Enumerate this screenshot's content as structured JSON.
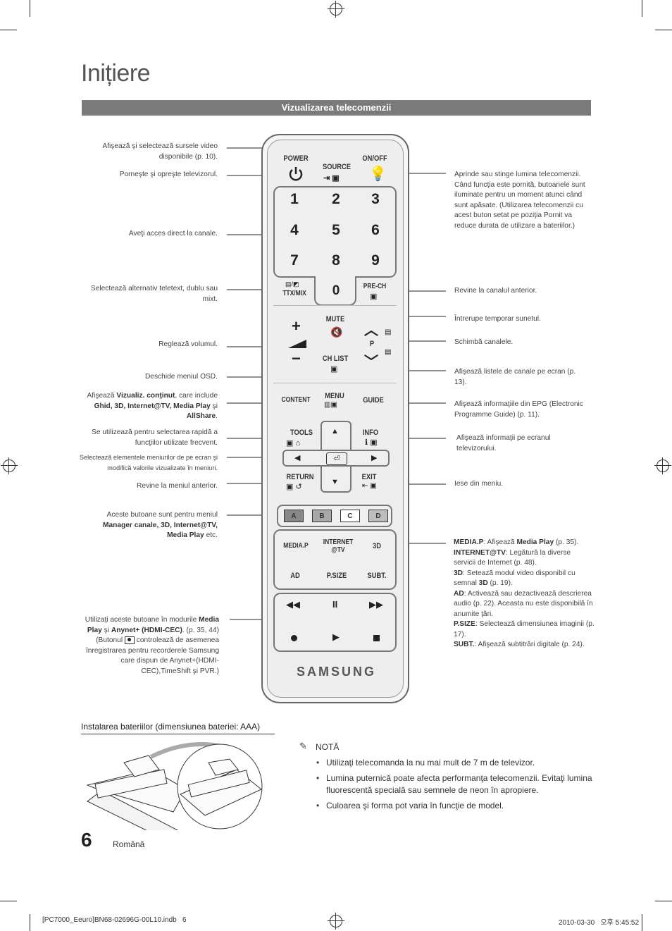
{
  "page": {
    "title": "Inițiere",
    "section": "Vizualizarea telecomenzii",
    "page_number": "6",
    "language": "Română"
  },
  "footer": {
    "file": "[PC7000_Eeuro]BN68-02696G-00L10.indb   6",
    "date": "2010-03-30   오후 5:45:52"
  },
  "left_labels": [
    "Afişează şi selectează sursele video disponibile (p. 10).",
    "Porneşte şi opreşte televizorul.",
    "Aveţi acces direct la canale.",
    "Selectează alternativ teletext, dublu sau mixt.",
    "Reglează volumul.",
    "Deschide meniul OSD.",
    "Se utilizează pentru selectarea rapidă a funcţiilor utilizate frecvent.",
    "Selectează elementele meniurilor de pe ecran şi modifică valorile vizualizate în meniuri.",
    "Revine la meniul anterior."
  ],
  "content_label": {
    "pre": "Afişează ",
    "b1": "Vizualiz. conţinut",
    "mid": ", care include ",
    "b2": "Ghid, 3D, Internet@TV, Media Play",
    "mid2": " şi ",
    "b3": "AllShare",
    "end": "."
  },
  "color_label": {
    "pre": "Aceste butoane sunt pentru meniul ",
    "b": "Manager canale, 3D, Internet@TV, Media Play",
    "end": " etc."
  },
  "media_label": {
    "pre": "Utilizaţi aceste butoane în modurile ",
    "b1": "Media Play",
    "mid": " şi ",
    "b2": "Anynet+ (HDMI-CEC)",
    "end": ". (p. 35, 44) (Butonul ",
    "end2": " controlează de asemenea înregistrarea pentru recorderele Samsung care dispun de Anynet+(HDMI-CEC),TimeShift şi PVR.)"
  },
  "right_labels": [
    "Aprinde sau stinge lumina telecomenzii. Când funcţia este pornită, butoanele sunt iluminate pentru un moment atunci când sunt apăsate. (Utilizarea telecomenzii cu acest buton setat pe poziţia Pornit va reduce durata de utilizare a bateriilor.)",
    "Revine la canalul anterior.",
    "Întrerupe temporar sunetul.",
    "Schimbă canalele.",
    "Afişează listele de canale pe ecran (p. 13).",
    "Afişează informaţiile din EPG (Electronic Programme Guide) (p. 11).",
    "Afişează informaţii pe ecranul televizorului.",
    "Iese din meniu."
  ],
  "media_desc": [
    {
      "b": "MEDIA.P",
      "t": ": Afişează "
    },
    {
      "b": "INTERNET@TV",
      "t": ": Legătură la diverse servicii de Internet (p. 48)."
    },
    {
      "b": "3D",
      "t": ": Setează modul video disponibil cu semnal "
    },
    {
      "b": "AD",
      "t": ": Activează sau dezactivează descrierea audio (p. 22). Aceasta nu este disponibilă în anumite ţări."
    },
    {
      "b": "P.SIZE",
      "t": ": Selectează dimensiunea imaginii (p. 17)."
    },
    {
      "b": "SUBT.",
      "t": ": Afişează subtitrări digitale (p. 24)."
    }
  ],
  "media_desc_extra": {
    "media_play": "Media Play",
    "media_page": " (p. 35).",
    "d3": "3D",
    "d3_page": " (p. 19)."
  },
  "remote": {
    "power": "POWER",
    "source": "SOURCE",
    "onoff": "ON/OFF",
    "digits": [
      "1",
      "2",
      "3",
      "4",
      "5",
      "6",
      "7",
      "8",
      "9",
      "0"
    ],
    "ttx": "TTX/MIX",
    "prech": "PRE-CH",
    "mute": "MUTE",
    "p": "P",
    "chlist": "CH LIST",
    "content": "CONTENT",
    "menu": "MENU",
    "guide": "GUIDE",
    "tools": "TOOLS",
    "info": "INFO",
    "return": "RETURN",
    "exit": "EXIT",
    "colors": [
      "A",
      "B",
      "C",
      "D"
    ],
    "mediap": "MEDIA.P",
    "internet": "INTERNET @TV",
    "d3": "3D",
    "ad": "AD",
    "psize": "P.SIZE",
    "subt": "SUBT.",
    "brand": "SAMSUNG"
  },
  "battery": {
    "title": "Instalarea bateriilor (dimensiunea bateriei: AAA)"
  },
  "note": {
    "heading": "NOTĂ",
    "items": [
      "Utilizaţi telecomanda la nu mai mult de 7 m de televizor.",
      "Lumina puternică poate afecta performanţa telecomenzii. Evitaţi lumina fluorescentă specială sau semnele de neon în apropiere.",
      "Culoarea şi forma pot varia în funcţie de model."
    ]
  }
}
